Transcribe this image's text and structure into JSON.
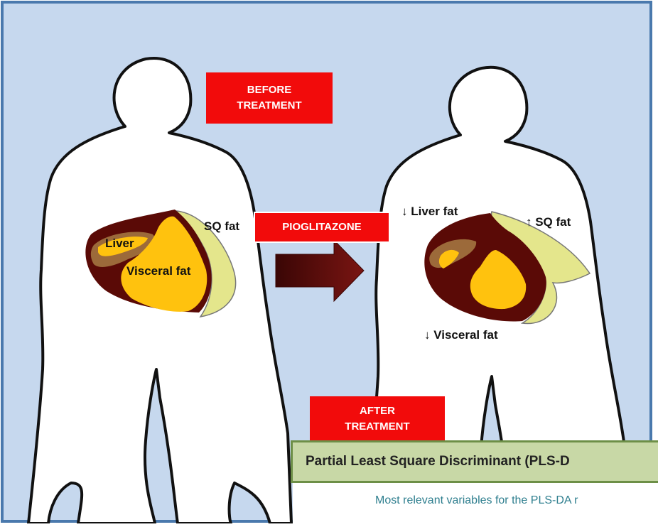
{
  "labels": {
    "before_treatment_line1": "BEFORE",
    "before_treatment_line2": "TREATMENT",
    "drug": "PIOGLITAZONE",
    "after_treatment_line1": "AFTER",
    "after_treatment_line2": "TREATMENT",
    "before_liver": "Liver",
    "before_visceral": "Visceral fat",
    "before_sq": "SQ fat",
    "after_liver": "↓ Liver fat",
    "after_sq": "↑ SQ fat",
    "after_visceral": "↓ Visceral fat"
  },
  "bottom_panel": {
    "title": "Partial Least Square Discriminant (PLS-D",
    "subtitle": "Most relevant variables for the PLS-DA r"
  },
  "colors": {
    "background": "#c6d8ee",
    "frame": "#4a79ad",
    "red": "#f20b0b",
    "dark_red": "#5a0a06",
    "yellow": "#ffc20e",
    "light_yellow": "#e4e68c",
    "liver_brown": "#9c6a3a"
  }
}
